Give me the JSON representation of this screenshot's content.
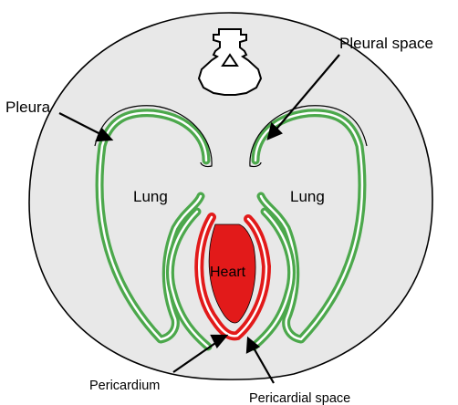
{
  "labels": {
    "pleural_space": "Pleural space",
    "pleura": "Pleura",
    "lung_left": "Lung",
    "lung_right": "Lung",
    "heart": "Heart",
    "pericardium": "Pericardium",
    "pericardial_space": "Pericardial space"
  },
  "colors": {
    "body_fill": "#e8e8e8",
    "pleura_green": "#4ca84c",
    "pericardium_red": "#e21a1a",
    "outline": "#000000",
    "background": "#ffffff"
  }
}
